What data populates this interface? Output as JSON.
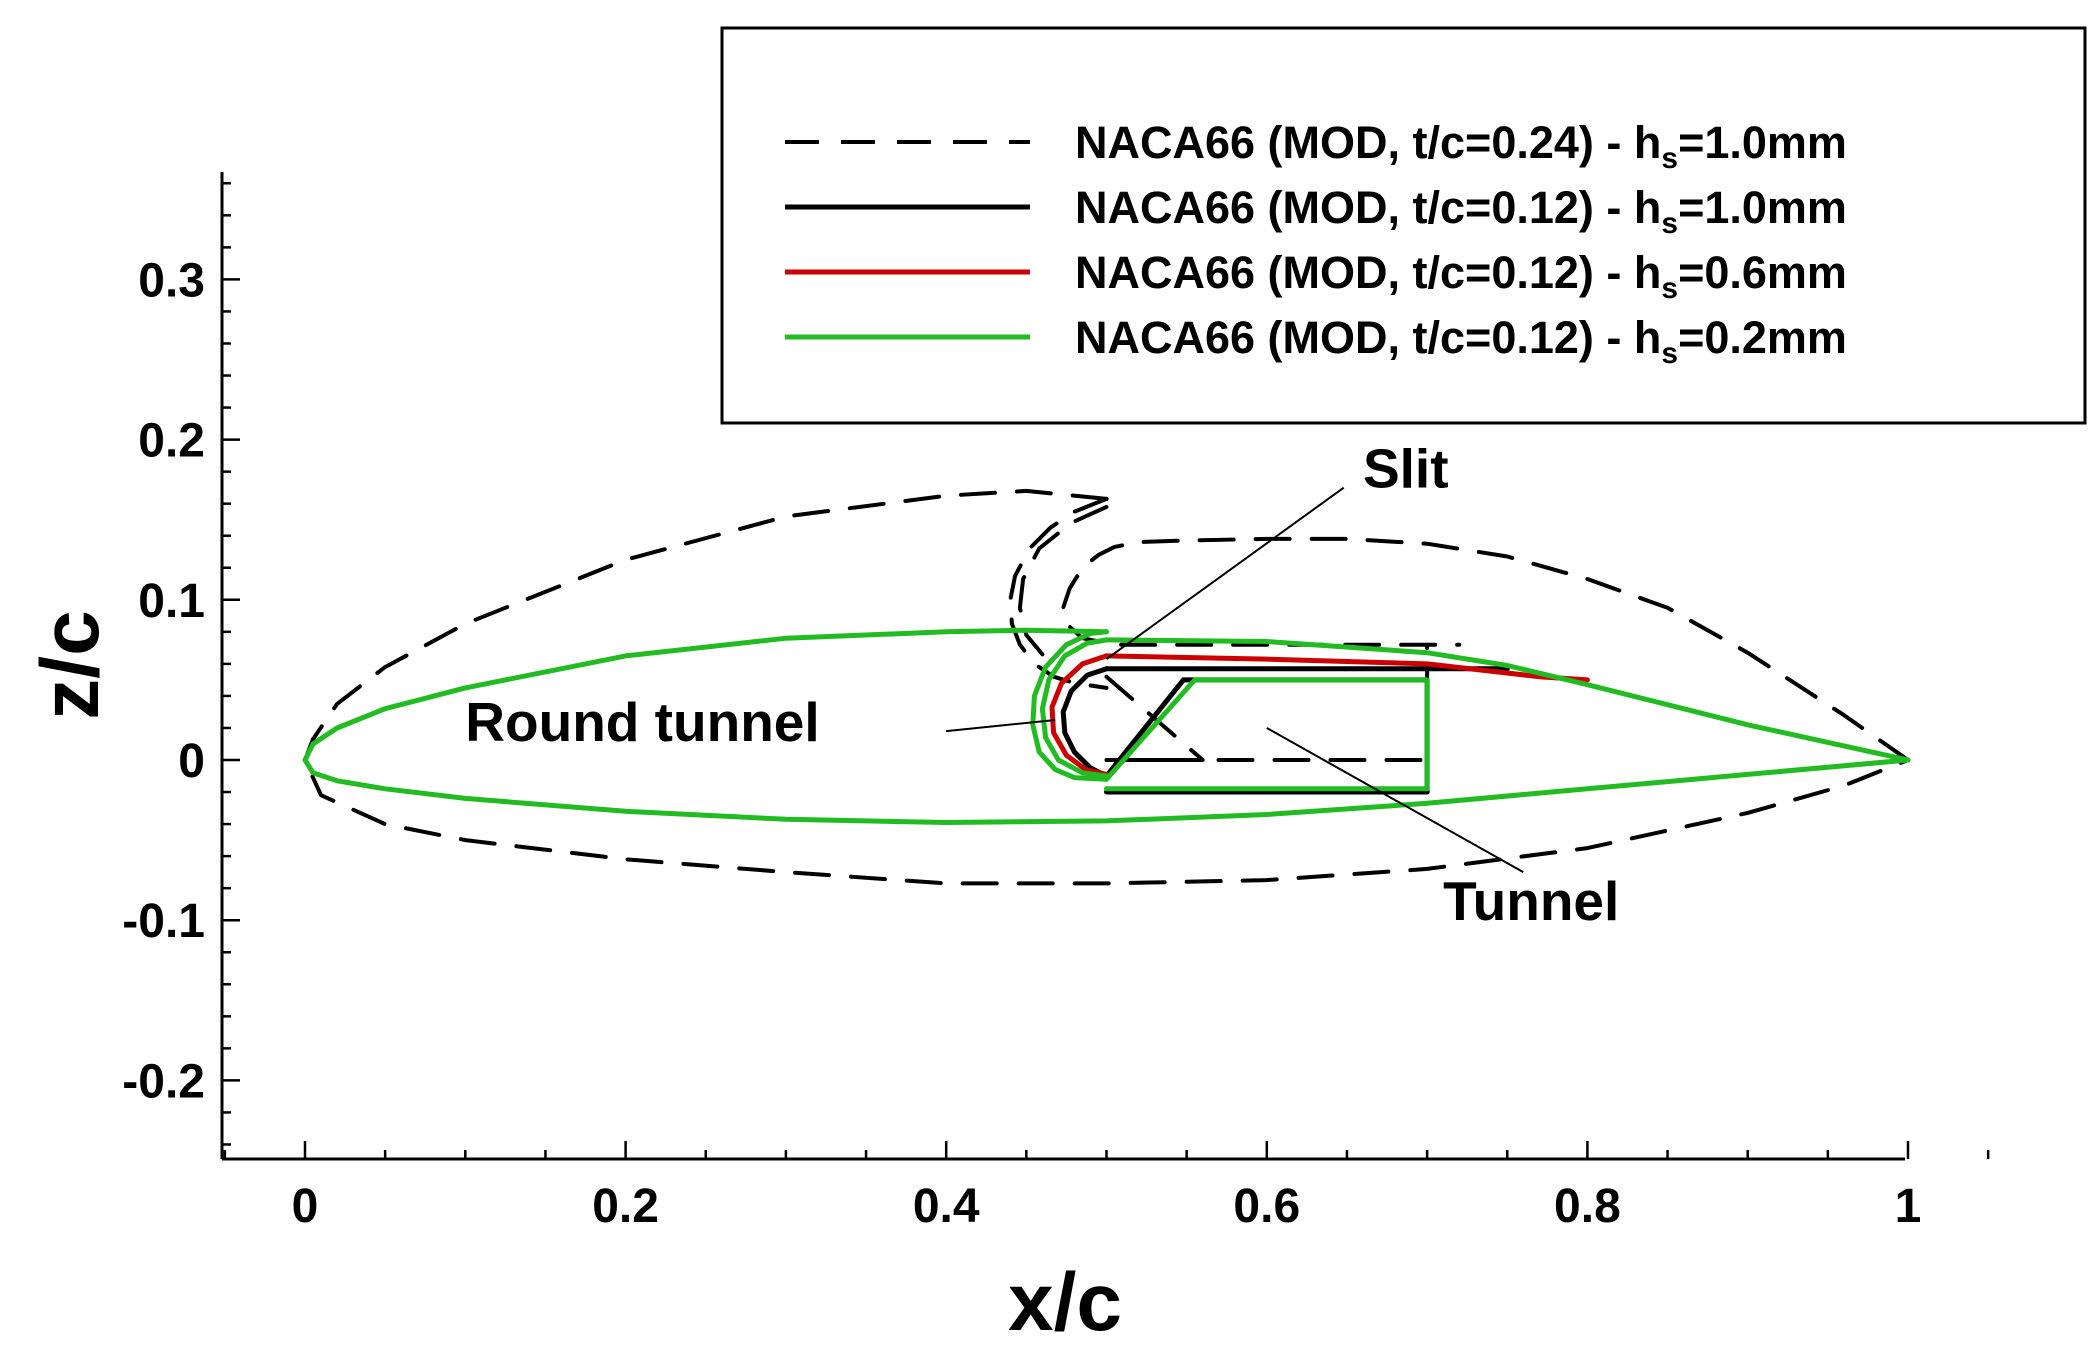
{
  "chart_data": {
    "type": "line",
    "title": "",
    "xlabel": "x/c",
    "ylabel": "z/c",
    "xlim": [
      -0.05,
      1.05
    ],
    "ylim": [
      -0.25,
      0.37
    ],
    "xticks": [
      0,
      0.2,
      0.4,
      0.6,
      0.8,
      1
    ],
    "xtick_labels": [
      "0",
      "0.2",
      "0.4",
      "0.6",
      "0.8",
      "1"
    ],
    "yticks": [
      -0.2,
      -0.1,
      0,
      0.1,
      0.2,
      0.3
    ],
    "ytick_labels": [
      "-0.2",
      "-0.1",
      "0",
      "0.1",
      "0.2",
      "0.3"
    ],
    "grid": false,
    "legend_position": "top-right",
    "series": [
      {
        "name": "NACA66 (MOD, t/c=0.24) - h",
        "name_sub": "s",
        "name_suffix": "=1.0mm",
        "color": "#000000",
        "style": "dashed",
        "segments": [
          [
            [
              0.5,
              0.163
            ],
            [
              0.45,
              0.168
            ],
            [
              0.4,
              0.165
            ],
            [
              0.3,
              0.152
            ],
            [
              0.2,
              0.125
            ],
            [
              0.1,
              0.085
            ],
            [
              0.05,
              0.058
            ],
            [
              0.02,
              0.035
            ],
            [
              0.005,
              0.013
            ],
            [
              0,
              0
            ],
            [
              0.01,
              -0.022
            ],
            [
              0.05,
              -0.04
            ],
            [
              0.1,
              -0.05
            ],
            [
              0.2,
              -0.062
            ],
            [
              0.3,
              -0.07
            ],
            [
              0.4,
              -0.077
            ],
            [
              0.5,
              -0.077
            ],
            [
              0.6,
              -0.075
            ],
            [
              0.7,
              -0.068
            ],
            [
              0.8,
              -0.055
            ],
            [
              0.9,
              -0.033
            ],
            [
              0.96,
              -0.016
            ],
            [
              1,
              0
            ]
          ],
          [
            [
              1,
              0
            ],
            [
              0.96,
              0.028
            ],
            [
              0.9,
              0.067
            ],
            [
              0.85,
              0.095
            ],
            [
              0.8,
              0.113
            ],
            [
              0.75,
              0.127
            ],
            [
              0.7,
              0.135
            ],
            [
              0.65,
              0.138
            ],
            [
              0.6,
              0.138
            ],
            [
              0.55,
              0.137
            ],
            [
              0.52,
              0.136
            ],
            [
              0.505,
              0.133
            ],
            [
              0.495,
              0.128
            ],
            [
              0.485,
              0.12
            ],
            [
              0.477,
              0.107
            ],
            [
              0.473,
              0.095
            ],
            [
              0.475,
              0.085
            ],
            [
              0.485,
              0.076
            ],
            [
              0.505,
              0.072
            ],
            [
              0.6,
              0.072
            ],
            [
              0.72,
              0.072
            ]
          ],
          [
            [
              0.5,
              0.163
            ],
            [
              0.48,
              0.155
            ],
            [
              0.465,
              0.145
            ],
            [
              0.452,
              0.132
            ],
            [
              0.443,
              0.115
            ],
            [
              0.44,
              0.1
            ],
            [
              0.441,
              0.085
            ],
            [
              0.446,
              0.072
            ],
            [
              0.455,
              0.06
            ],
            [
              0.467,
              0.052
            ],
            [
              0.48,
              0.048
            ],
            [
              0.5,
              0.045
            ]
          ],
          [
            [
              0.5,
              0.158
            ],
            [
              0.478,
              0.148
            ],
            [
              0.458,
              0.132
            ],
            [
              0.448,
              0.113
            ],
            [
              0.446,
              0.095
            ],
            [
              0.45,
              0.078
            ],
            [
              0.46,
              0.066
            ]
          ],
          [
            [
              0.5,
              0.052
            ],
            [
              0.56,
              0.0
            ],
            [
              0.5,
              0.0
            ]
          ],
          [
            [
              0.5,
              0.0
            ],
            [
              0.7,
              0.0
            ]
          ],
          [
            [
              0.7,
              0.0
            ],
            [
              0.7,
              0.072
            ]
          ]
        ]
      },
      {
        "name": "NACA66 (MOD, t/c=0.12) - h",
        "name_sub": "s",
        "name_suffix": "=1.0mm",
        "color": "#000000",
        "style": "solid",
        "segments": [
          [
            [
              0.5,
              0.057
            ],
            [
              0.6,
              0.057
            ],
            [
              0.7,
              0.057
            ],
            [
              0.75,
              0.057
            ]
          ],
          [
            [
              0.5,
              0.057
            ],
            [
              0.488,
              0.053
            ],
            [
              0.478,
              0.043
            ],
            [
              0.473,
              0.03
            ],
            [
              0.474,
              0.017
            ],
            [
              0.48,
              0.005
            ],
            [
              0.49,
              -0.005
            ],
            [
              0.5,
              -0.01
            ]
          ],
          [
            [
              0.5,
              -0.02
            ],
            [
              0.7,
              -0.02
            ]
          ],
          [
            [
              0.548,
              0.05
            ],
            [
              0.7,
              0.05
            ],
            [
              0.7,
              -0.02
            ]
          ],
          [
            [
              0.5,
              -0.01
            ],
            [
              0.548,
              0.05
            ]
          ]
        ]
      },
      {
        "name": "NACA66 (MOD, t/c=0.12) - h",
        "name_sub": "s",
        "name_suffix": "=0.6mm",
        "color": "#cc0000",
        "style": "solid",
        "segments": [
          [
            [
              0.5,
              0.065
            ],
            [
              0.6,
              0.063
            ],
            [
              0.7,
              0.06
            ],
            [
              0.77,
              0.052
            ],
            [
              0.8,
              0.05
            ]
          ],
          [
            [
              0.5,
              0.065
            ],
            [
              0.485,
              0.06
            ],
            [
              0.472,
              0.048
            ],
            [
              0.466,
              0.033
            ],
            [
              0.467,
              0.017
            ],
            [
              0.475,
              0.003
            ],
            [
              0.487,
              -0.006
            ],
            [
              0.5,
              -0.009
            ]
          ]
        ]
      },
      {
        "name": "NACA66 (MOD, t/c=0.12) - h",
        "name_sub": "s",
        "name_suffix": "=0.2mm",
        "color": "#22bb22",
        "style": "solid",
        "segments": [
          [
            [
              0.5,
              0.08
            ],
            [
              0.45,
              0.081
            ],
            [
              0.4,
              0.08
            ],
            [
              0.3,
              0.076
            ],
            [
              0.2,
              0.065
            ],
            [
              0.1,
              0.045
            ],
            [
              0.05,
              0.032
            ],
            [
              0.02,
              0.02
            ],
            [
              0.005,
              0.01
            ],
            [
              0,
              0
            ],
            [
              0.005,
              -0.008
            ],
            [
              0.02,
              -0.013
            ],
            [
              0.05,
              -0.018
            ],
            [
              0.1,
              -0.024
            ],
            [
              0.2,
              -0.032
            ],
            [
              0.3,
              -0.037
            ],
            [
              0.4,
              -0.039
            ],
            [
              0.5,
              -0.038
            ],
            [
              0.6,
              -0.034
            ],
            [
              0.7,
              -0.027
            ],
            [
              0.8,
              -0.018
            ],
            [
              0.9,
              -0.009
            ],
            [
              1,
              0
            ]
          ],
          [
            [
              1,
              0
            ],
            [
              0.9,
              0.022
            ],
            [
              0.8,
              0.047
            ],
            [
              0.75,
              0.059
            ],
            [
              0.7,
              0.067
            ],
            [
              0.6,
              0.074
            ],
            [
              0.5,
              0.075
            ]
          ],
          [
            [
              0.5,
              0.08
            ],
            [
              0.49,
              0.079
            ],
            [
              0.475,
              0.072
            ],
            [
              0.462,
              0.058
            ],
            [
              0.455,
              0.04
            ],
            [
              0.454,
              0.022
            ],
            [
              0.458,
              0.005
            ],
            [
              0.468,
              -0.006
            ],
            [
              0.48,
              -0.011
            ],
            [
              0.5,
              -0.012
            ]
          ],
          [
            [
              0.5,
              0.075
            ],
            [
              0.488,
              0.073
            ],
            [
              0.474,
              0.065
            ],
            [
              0.464,
              0.05
            ],
            [
              0.46,
              0.032
            ],
            [
              0.462,
              0.014
            ],
            [
              0.47,
              0.0
            ],
            [
              0.485,
              -0.008
            ],
            [
              0.5,
              -0.01
            ]
          ],
          [
            [
              0.5,
              -0.012
            ],
            [
              0.555,
              0.05
            ],
            [
              0.7,
              0.05
            ],
            [
              0.7,
              -0.018
            ],
            [
              0.5,
              -0.018
            ]
          ]
        ]
      }
    ],
    "annotations": [
      {
        "text": "Slit",
        "text_x": 0.66,
        "text_y": 0.17,
        "arrow_from": [
          0.648,
          0.17
        ],
        "arrow_to": [
          0.5,
          0.063
        ]
      },
      {
        "text": "Round tunnel",
        "text_x": 0.1,
        "text_y": 0.012,
        "arrow_from": [
          0.4,
          0.018
        ],
        "arrow_to": [
          0.468,
          0.025
        ]
      },
      {
        "text": "Tunnel",
        "text_x": 0.71,
        "text_y": -0.1,
        "arrow_from": [
          0.76,
          -0.07
        ],
        "arrow_to": [
          0.6,
          0.02
        ]
      }
    ]
  }
}
